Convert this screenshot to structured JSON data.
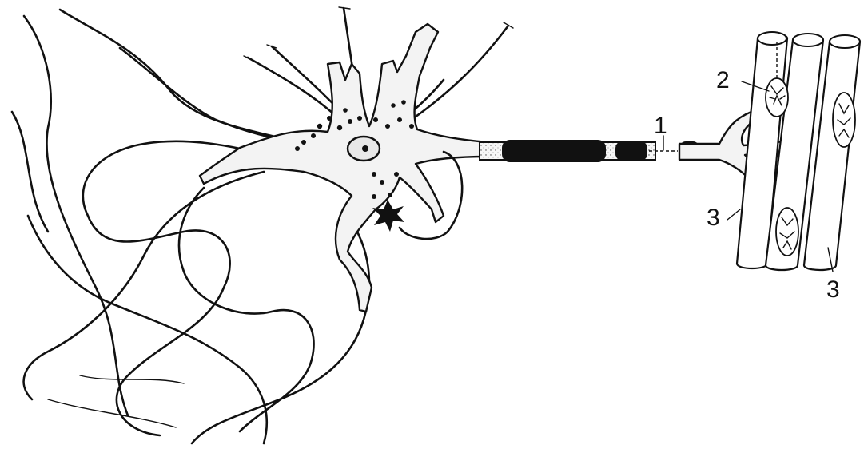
{
  "figure": {
    "labels": {
      "myelin_gap": "1",
      "motor_endplate": "2",
      "muscle_fiber_left": "3",
      "muscle_fiber_right": "3"
    },
    "colors": {
      "ink": "#111111",
      "cytoplasm": "#f3f3f3",
      "background": "#ffffff"
    }
  }
}
